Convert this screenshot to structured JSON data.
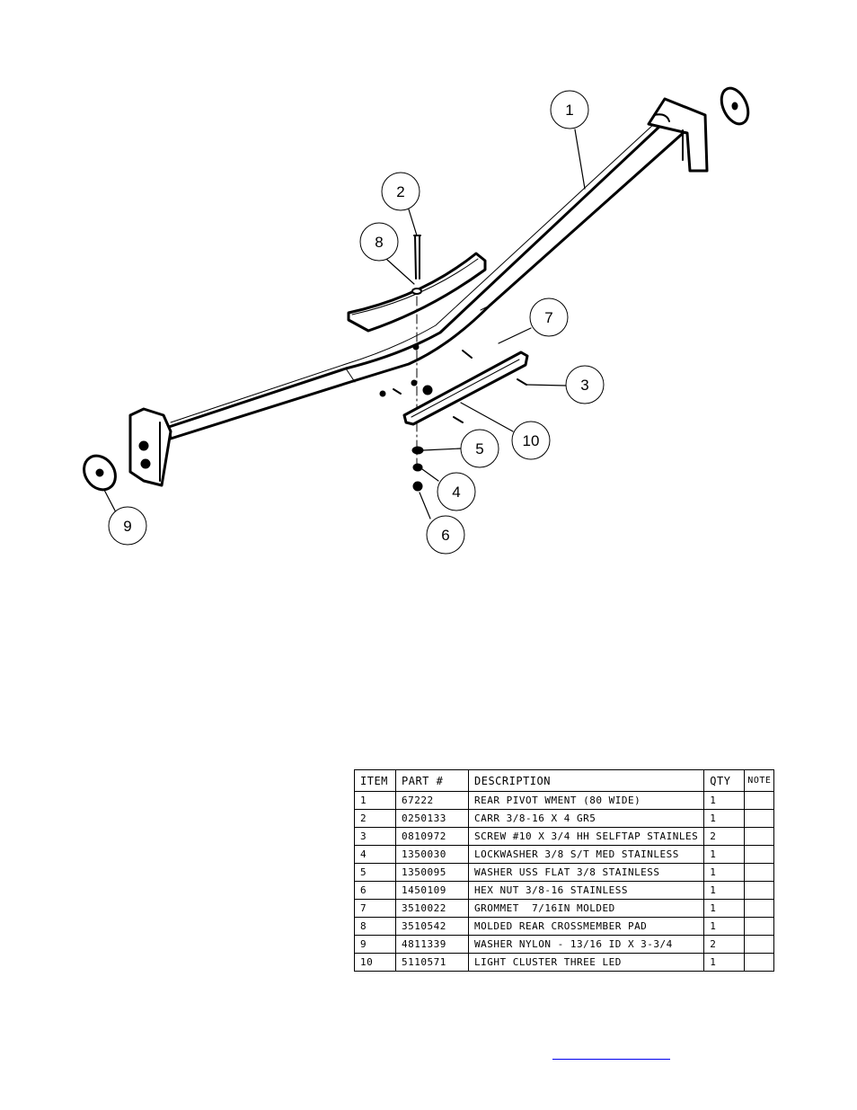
{
  "balloons": [
    {
      "id": "1",
      "label": "1"
    },
    {
      "id": "2",
      "label": "2"
    },
    {
      "id": "3",
      "label": "3"
    },
    {
      "id": "4",
      "label": "4"
    },
    {
      "id": "5",
      "label": "5"
    },
    {
      "id": "6",
      "label": "6"
    },
    {
      "id": "7",
      "label": "7"
    },
    {
      "id": "8",
      "label": "8"
    },
    {
      "id": "9",
      "label": "9"
    },
    {
      "id": "10",
      "label": "10"
    }
  ],
  "bom": {
    "headers": {
      "item": "ITEM",
      "part": "PART #",
      "description": "DESCRIPTION",
      "qty": "QTY",
      "note": "NOTE"
    },
    "rows": [
      {
        "item": "1",
        "part": "67222",
        "description": "REAR PIVOT WMENT (80 WIDE)",
        "qty": "1",
        "note": ""
      },
      {
        "item": "2",
        "part": "0250133",
        "description": "CARR 3/8-16 X 4 GR5",
        "qty": "1",
        "note": ""
      },
      {
        "item": "3",
        "part": "0810972",
        "description": "SCREW #10 X 3/4 HH SELFTAP STAINLES",
        "qty": "2",
        "note": ""
      },
      {
        "item": "4",
        "part": "1350030",
        "description": "LOCKWASHER 3/8 S/T MED STAINLESS",
        "qty": "1",
        "note": ""
      },
      {
        "item": "5",
        "part": "1350095",
        "description": "WASHER USS FLAT 3/8 STAINLESS",
        "qty": "1",
        "note": ""
      },
      {
        "item": "6",
        "part": "1450109",
        "description": "HEX NUT 3/8-16 STAINLESS",
        "qty": "1",
        "note": ""
      },
      {
        "item": "7",
        "part": "3510022",
        "description": "GROMMET  7/16IN MOLDED",
        "qty": "1",
        "note": ""
      },
      {
        "item": "8",
        "part": "3510542",
        "description": "MOLDED REAR CROSSMEMBER PAD",
        "qty": "1",
        "note": ""
      },
      {
        "item": "9",
        "part": "4811339",
        "description": "WASHER NYLON - 13/16 ID X 3-3/4",
        "qty": "2",
        "note": ""
      },
      {
        "item": "10",
        "part": "5110571",
        "description": "LIGHT CLUSTER THREE LED",
        "qty": "1",
        "note": ""
      }
    ]
  },
  "colors": {
    "line": "#000000",
    "link": "#0000ee"
  }
}
